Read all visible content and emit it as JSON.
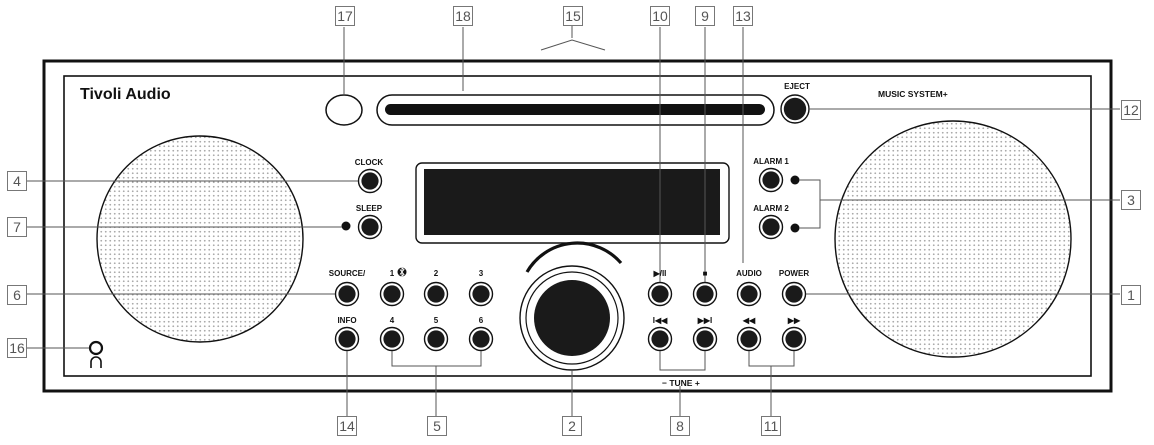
{
  "brand": "Tivoli Audio",
  "model": "MUSIC SYSTEM+",
  "button_labels": {
    "clock": "CLOCK",
    "sleep": "SLEEP",
    "source": "SOURCE/",
    "info": "INFO",
    "preset1": "1",
    "preset2": "2",
    "preset3": "3",
    "preset4": "4",
    "preset5": "5",
    "preset6": "6",
    "play_pause": "▶/II",
    "stop": "■",
    "audio": "AUDIO",
    "power": "POWER",
    "tune_down": "I◀◀",
    "tune_up": "▶▶I",
    "rewind": "◀◀",
    "forward": "▶▶",
    "alarm1": "ALARM 1",
    "alarm2": "ALARM 2",
    "eject": "EJECT"
  },
  "tune_label": "−  TUNE  +",
  "callouts": {
    "c1": "1",
    "c2": "2",
    "c3": "3",
    "c4": "4",
    "c5": "5",
    "c6": "6",
    "c7": "7",
    "c8": "8",
    "c9": "9",
    "c10": "10",
    "c11": "11",
    "c12": "12",
    "c13": "13",
    "c14": "14",
    "c15": "15",
    "c16": "16",
    "c17": "17",
    "c18": "18"
  }
}
